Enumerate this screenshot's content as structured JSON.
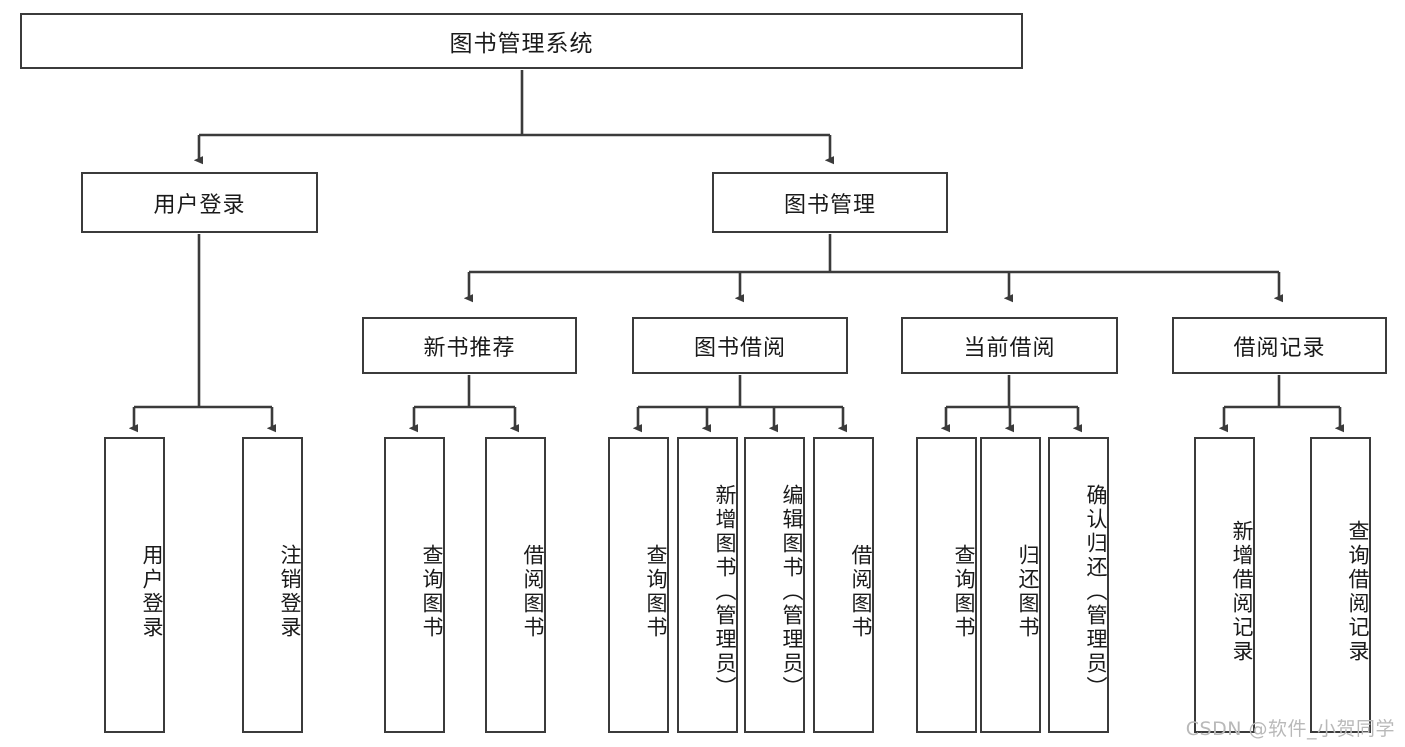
{
  "diagram": {
    "title": "图书管理系统",
    "type": "hierarchy-tree",
    "line_color": "#3b3b3b",
    "box_fill": "#ffffff",
    "text_color": "#1a1a1a",
    "root": {
      "label": "图书管理系统"
    },
    "level2": [
      {
        "label": "用户登录"
      },
      {
        "label": "图书管理"
      }
    ],
    "level3": [
      {
        "label": "新书推荐"
      },
      {
        "label": "图书借阅"
      },
      {
        "label": "当前借阅"
      },
      {
        "label": "借阅记录"
      }
    ],
    "leaves": {
      "user_login": [
        {
          "label": "用户登录"
        },
        {
          "label": "注销登录"
        }
      ],
      "new_book_recommend": [
        {
          "label": "查询图书"
        },
        {
          "label": "借阅图书"
        }
      ],
      "book_borrow": [
        {
          "label": "查询图书"
        },
        {
          "label": "新增图书（管理员）"
        },
        {
          "label": "编辑图书（管理员）"
        },
        {
          "label": "借阅图书"
        }
      ],
      "current_borrow": [
        {
          "label": "查询图书"
        },
        {
          "label": "归还图书"
        },
        {
          "label": "确认归还（管理员）"
        }
      ],
      "borrow_record": [
        {
          "label": "新增借阅记录"
        },
        {
          "label": "查询借阅记录"
        }
      ]
    }
  },
  "watermark": {
    "text": "CSDN @软件_小贺同学"
  }
}
